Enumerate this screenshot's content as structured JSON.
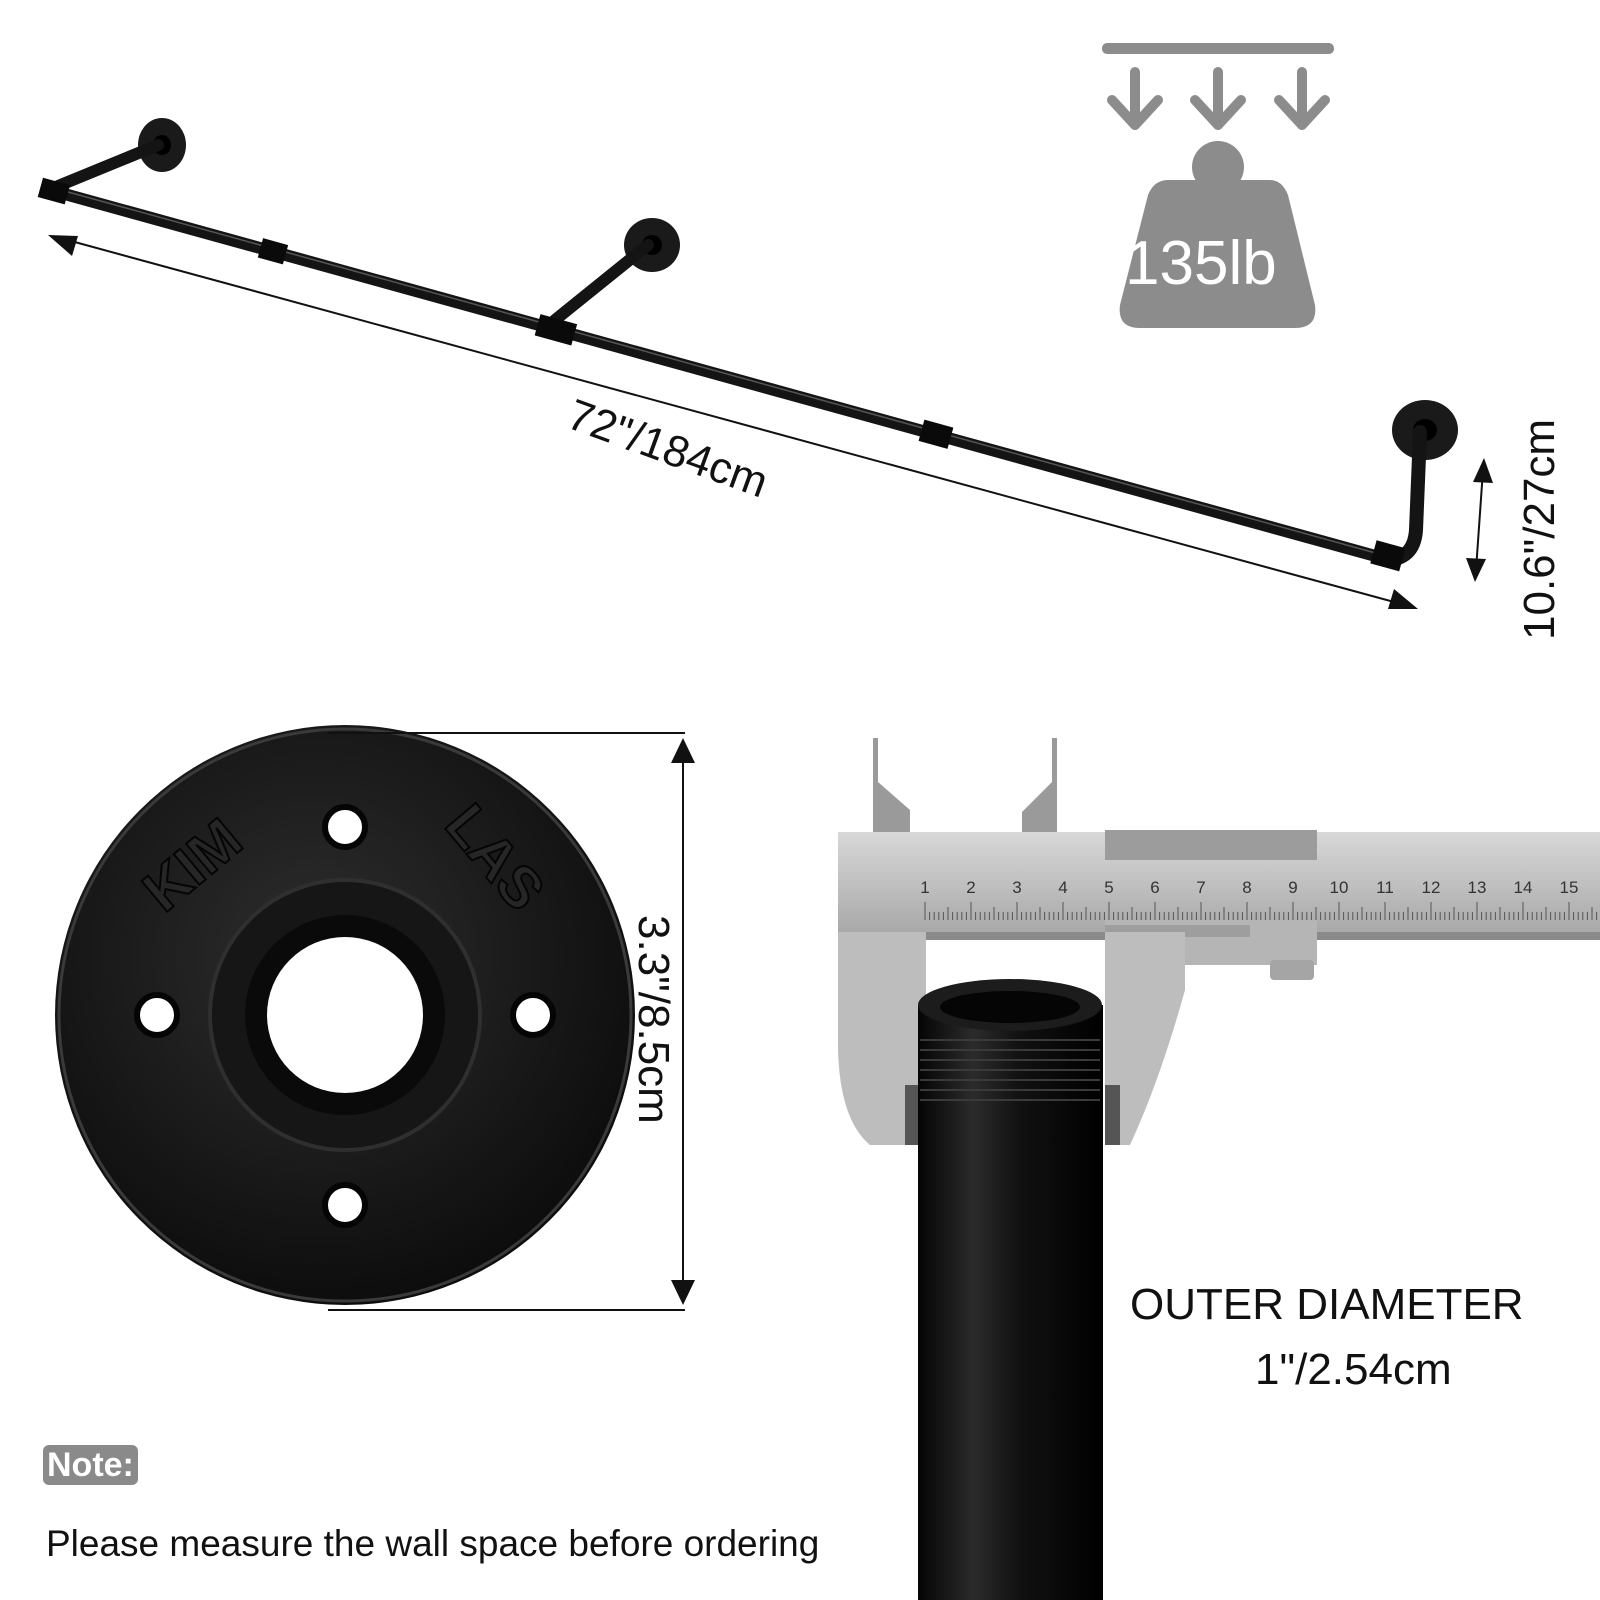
{
  "dimensions": {
    "length": "72\"/184cm",
    "height": "10.6\"/27cm",
    "flange": "3.3\"/8.5cm"
  },
  "load": {
    "capacity": "135lb",
    "icon": "weight-icon"
  },
  "flange": {
    "emboss_left": "KIM",
    "emboss_right": "LAS"
  },
  "caliper": {
    "scale_numbers": [
      "1",
      "2",
      "3",
      "4",
      "5",
      "6",
      "7",
      "8",
      "9",
      "10",
      "11",
      "12",
      "13",
      "14",
      "15"
    ]
  },
  "pipe": {
    "title": "OUTER DIAMETER",
    "value": "1\"/2.54cm"
  },
  "note": {
    "badge": "Note:",
    "text": "Please measure the wall space before ordering"
  },
  "colors": {
    "pipe": "#141414",
    "icon_gray": "#8c8c8c",
    "caliper_steel": "#c4c4c4"
  }
}
